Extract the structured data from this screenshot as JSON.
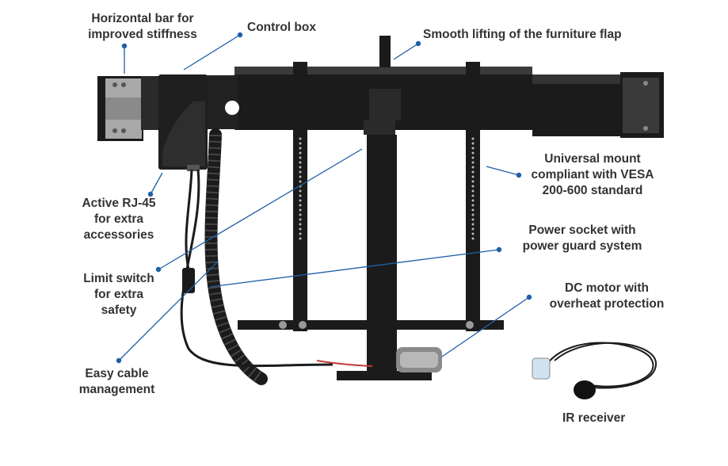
{
  "colors": {
    "text": "#333333",
    "leader": "#1f5fa8",
    "frame": "#1b1b1b",
    "frame_light": "#3a3a3a",
    "plate": "#9a9a9a",
    "background": "#ffffff"
  },
  "callouts": [
    {
      "id": "horizontal-bar",
      "lines": [
        "Horizontal bar for",
        "improved stiffness"
      ]
    },
    {
      "id": "control-box",
      "lines": [
        "Control box"
      ]
    },
    {
      "id": "smooth-lifting",
      "lines": [
        "Smooth lifting of the furniture flap"
      ]
    },
    {
      "id": "universal-mount",
      "lines": [
        "Universal mount",
        "compliant with VESA",
        "200-600 standard"
      ]
    },
    {
      "id": "rj45",
      "lines": [
        "Active RJ-45",
        "for extra",
        "accessories"
      ]
    },
    {
      "id": "power-socket",
      "lines": [
        "Power socket with",
        "power guard system"
      ]
    },
    {
      "id": "limit-switch",
      "lines": [
        "Limit switch",
        "for extra",
        "safety"
      ]
    },
    {
      "id": "dc-motor",
      "lines": [
        "DC motor with",
        "overheat protection"
      ]
    },
    {
      "id": "easy-cable",
      "lines": [
        "Easy cable",
        "management"
      ]
    },
    {
      "id": "ir-receiver",
      "lines": [
        "IR receiver"
      ]
    }
  ]
}
